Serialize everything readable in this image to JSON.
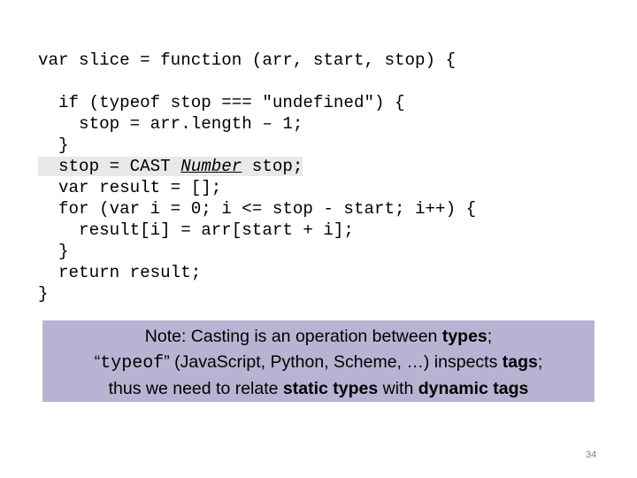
{
  "code": {
    "l1": "var slice = function (arr, start, stop) {",
    "l2": "  if (typeof stop === \"undefined\") {",
    "l3": "    stop = arr.length – 1;",
    "l4": "  }",
    "l5_pre": "  stop = CAST ",
    "l5_type": "Number",
    "l5_post": " stop;",
    "l6": "  var result = [];",
    "l7": "  for (var i = 0; i <= stop - start; i++) {",
    "l8": "    result[i] = arr[start + i];",
    "l9": "  }",
    "l10": "  return result;",
    "l11": "}"
  },
  "note": {
    "line1_a": "Note: Casting is an operation between ",
    "line1_b": "types",
    "line1_c": ";",
    "line2_a": "“",
    "line2_code": "typeof",
    "line2_b": "” (JavaScript, Python, Scheme, …) inspects ",
    "line2_c": "tags",
    "line2_d": ";",
    "line3_a": "thus we need to relate ",
    "line3_b": "static types",
    "line3_c": " with ",
    "line3_d": "dynamic tags"
  },
  "page_number": "34",
  "colors": {
    "note_bg": "#b8b3d2",
    "highlight_bg": "#e9e9e9"
  }
}
